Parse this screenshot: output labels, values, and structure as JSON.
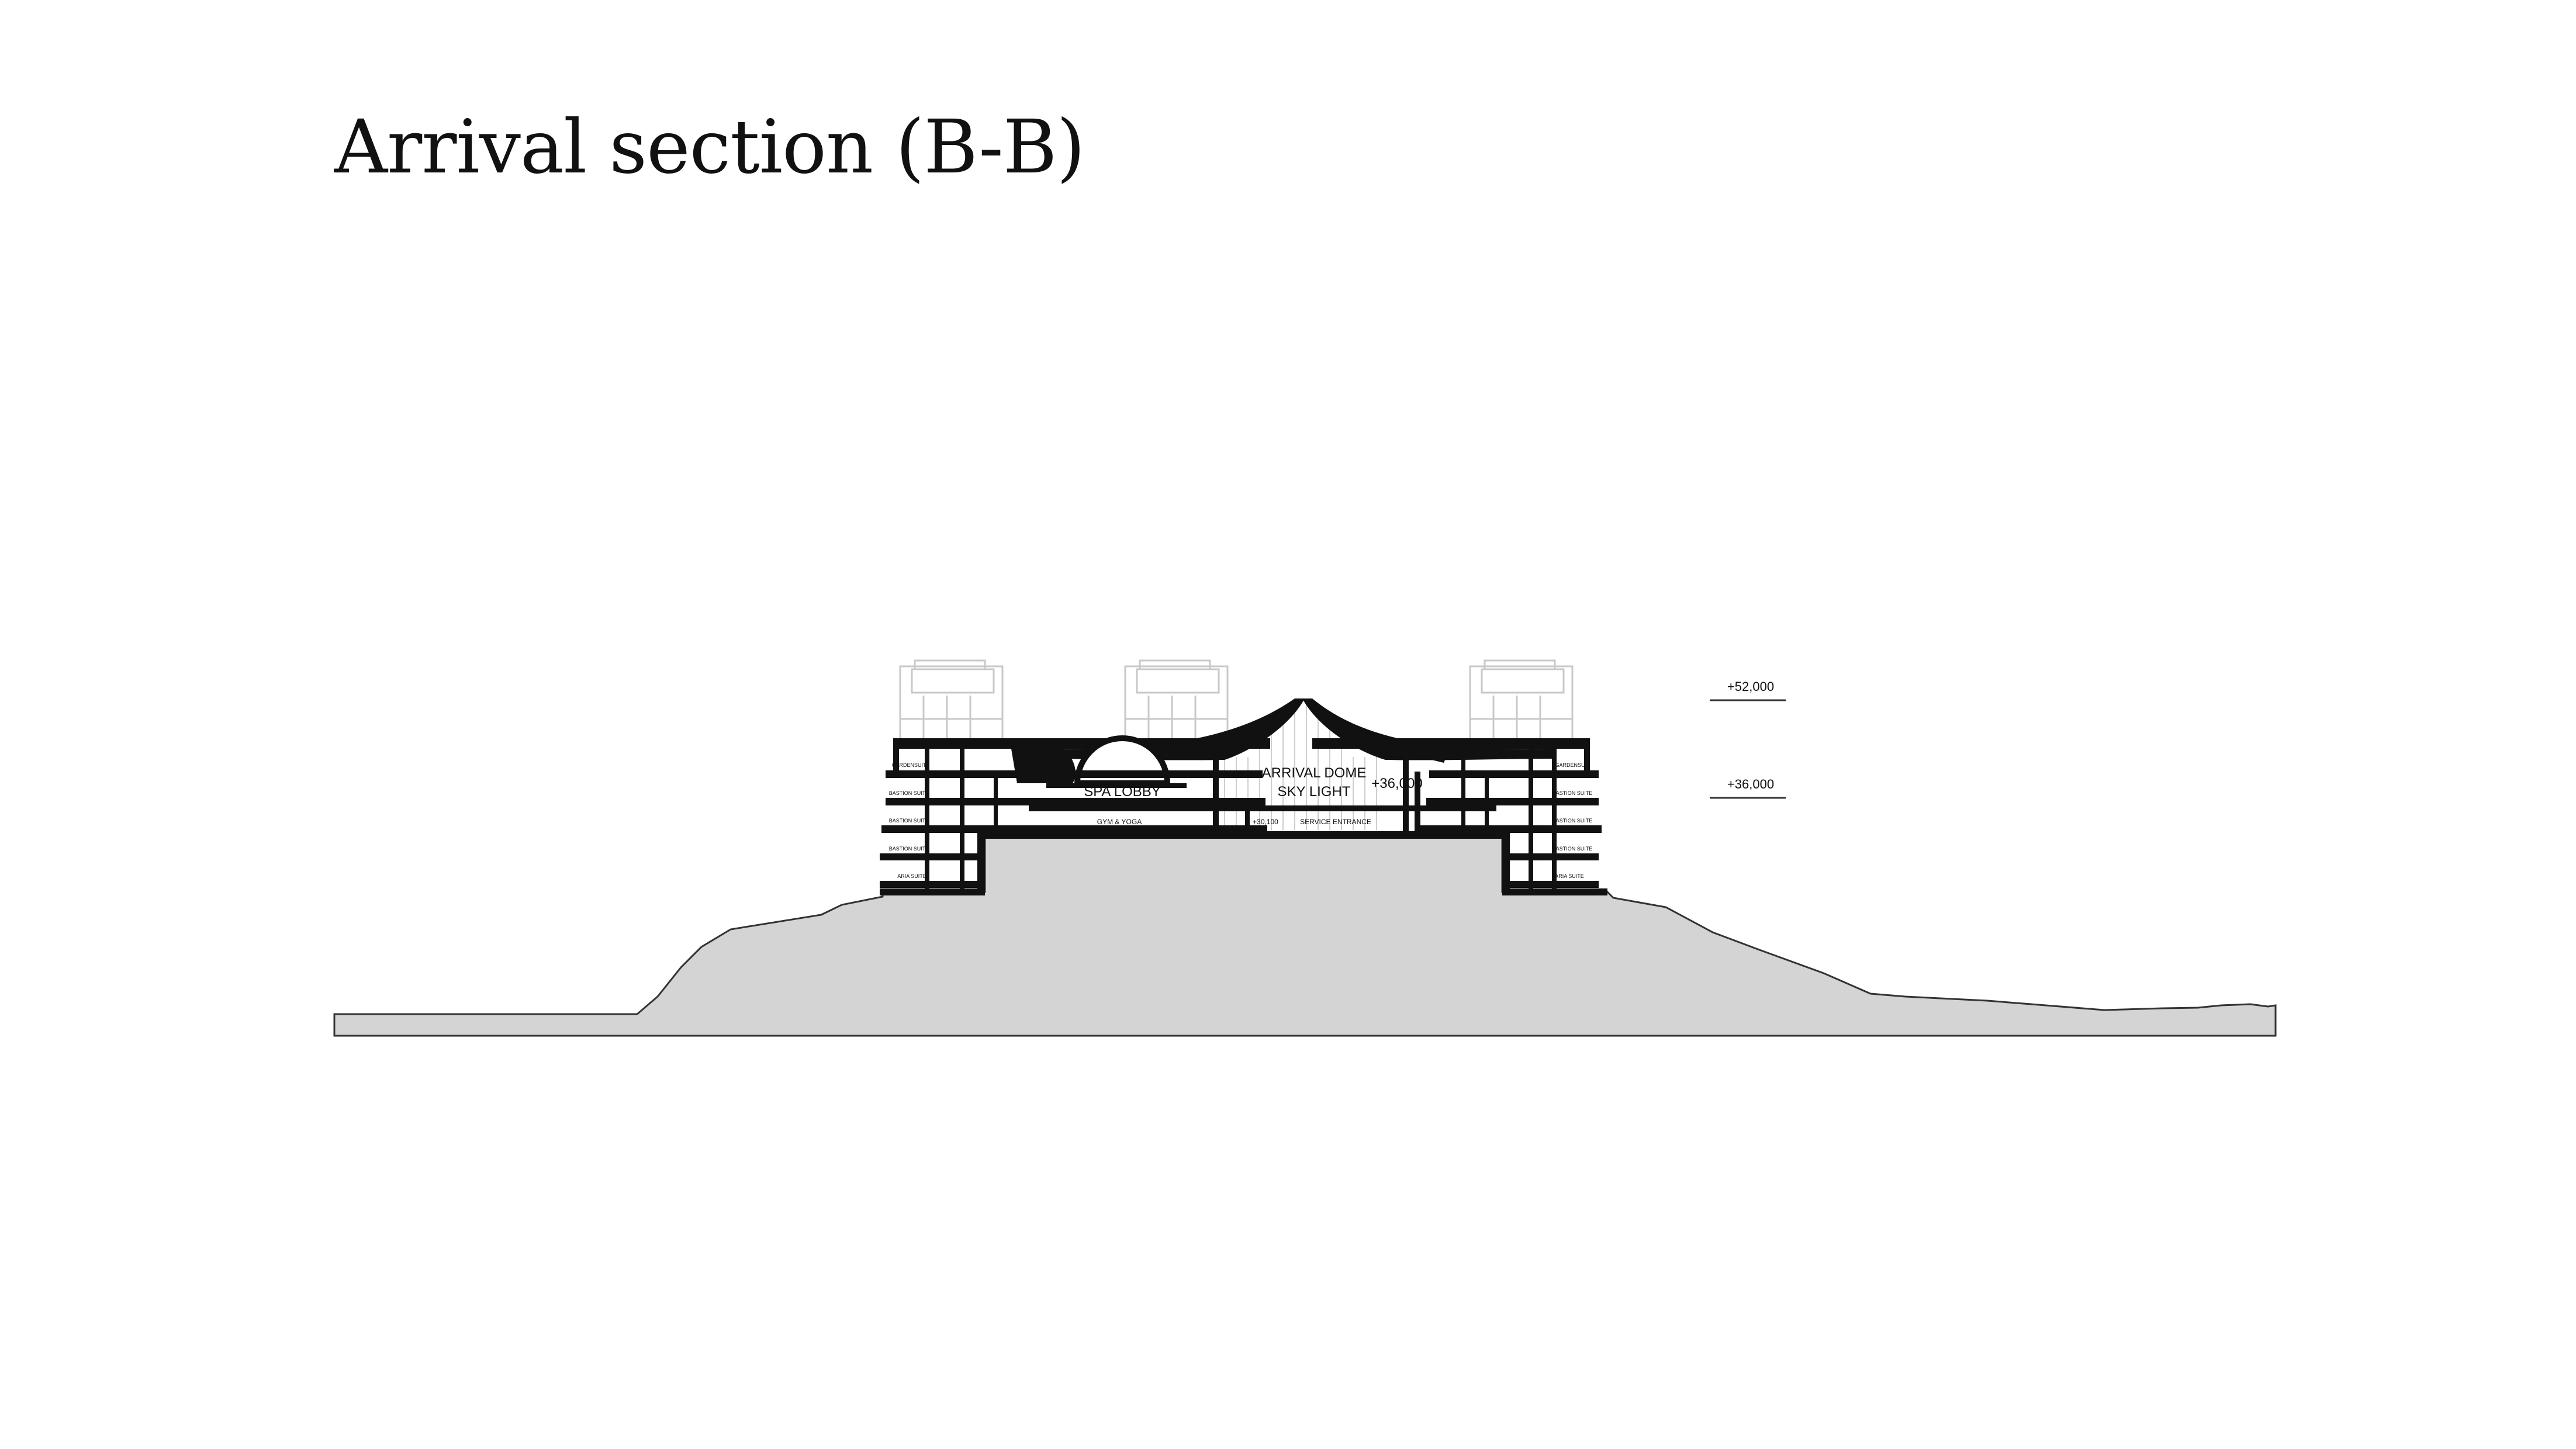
{
  "title": "Arrival section (B-B)",
  "colors": {
    "ground": "#d4d4d4",
    "structure": "#111111",
    "elevation_lines": "#c8c8c8"
  },
  "labels": {
    "spa_lobby": "SPA LOBBY",
    "arrival_dome_line1": "ARRIVAL DOME",
    "arrival_dome_line2": "SKY LIGHT",
    "dome_level": "+36,000",
    "gym_yoga": "GYM & YOGA",
    "service_level": "+30,100",
    "service_entrance": "SERVICE ENTRANCE"
  },
  "levels": [
    {
      "label": "+52,000"
    },
    {
      "label": "+36,000"
    }
  ],
  "left_wing_labels": [
    "GARDENSUIT",
    "BASTION SUITE",
    "BASTION SUITE",
    "BASTION SUITE",
    "ARIA SUITE"
  ],
  "right_wing_labels": [
    "GARDENSUIT",
    "BASTION SUITE",
    "BASTION SUITE",
    "BASTION SUITE",
    "ARIA SUITE"
  ]
}
